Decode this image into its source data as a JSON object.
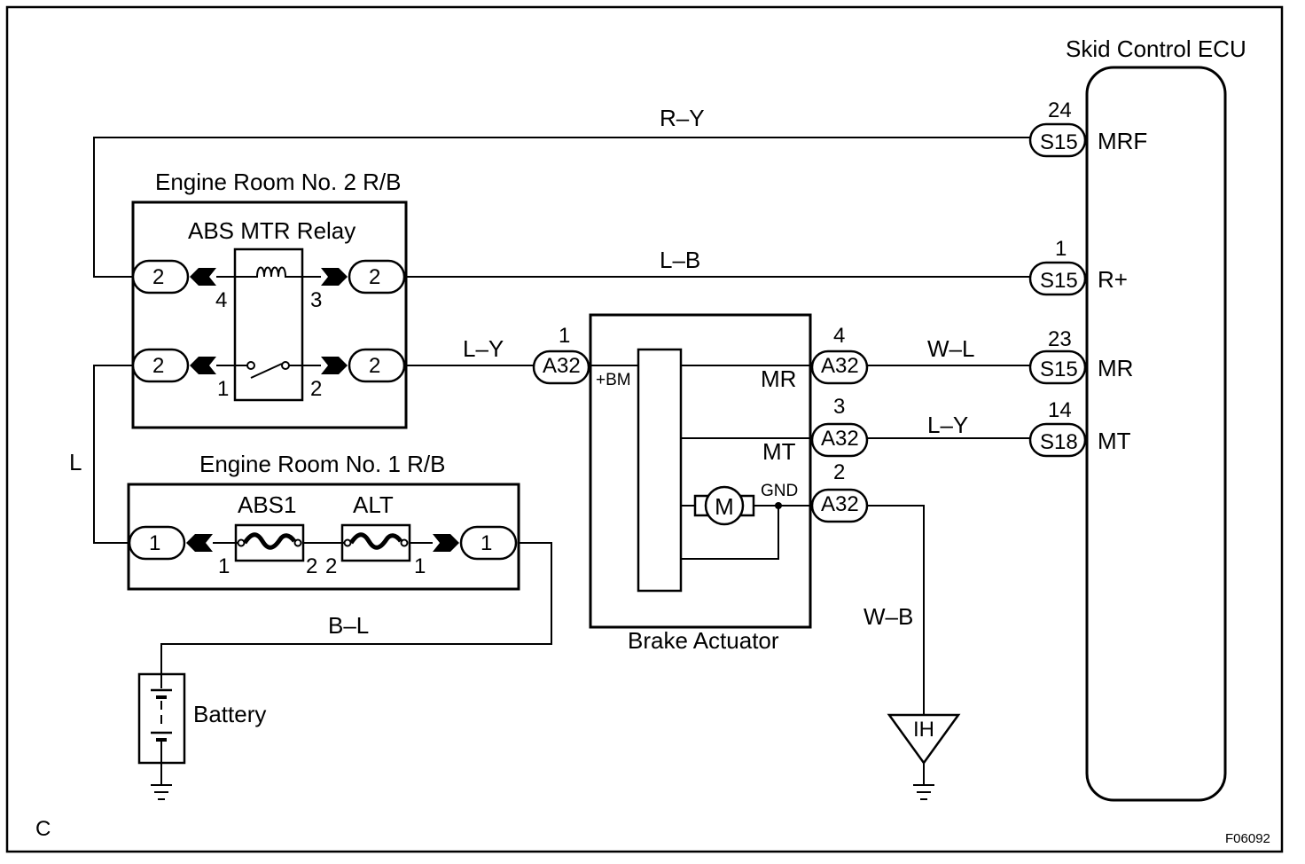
{
  "figure_code": "F06092",
  "corner_letter": "C",
  "ecu": {
    "title": "Skid Control ECU"
  },
  "relay_box2": {
    "title": "Engine Room No. 2 R/B",
    "relay_label": "ABS MTR Relay"
  },
  "relay_box1": {
    "title": "Engine Room No. 1 R/B",
    "fuse1": "ABS1",
    "fuse2": "ALT"
  },
  "actuator": {
    "title": "Brake Actuator",
    "pin_bm": "+BM",
    "pin_mr": "MR",
    "pin_mt": "MT",
    "pin_gnd": "GND",
    "motor": "M"
  },
  "battery": {
    "label": "Battery"
  },
  "ground": {
    "label": "IH"
  },
  "wires": {
    "ry": "R–Y",
    "lb": "L–B",
    "ly1": "L–Y",
    "wl": "W–L",
    "ly2": "L–Y",
    "l": "L",
    "bl": "B–L",
    "wb": "W–B"
  },
  "ecu_pins": {
    "mrf": {
      "num": "24",
      "conn": "S15",
      "name": "MRF"
    },
    "rplus": {
      "num": "1",
      "conn": "S15",
      "name": "R+"
    },
    "mr": {
      "num": "23",
      "conn": "S15",
      "name": "MR"
    },
    "mt": {
      "num": "14",
      "conn": "S18",
      "name": "MT"
    }
  },
  "act_pins": {
    "bm": {
      "num": "1",
      "conn": "A32"
    },
    "mr": {
      "num": "4",
      "conn": "A32"
    },
    "mt": {
      "num": "3",
      "conn": "A32"
    },
    "gnd": {
      "num": "2",
      "conn": "A32"
    }
  },
  "rb2_conn": {
    "c1": "2",
    "c2": "2",
    "c3": "2",
    "c4": "2"
  },
  "rb2_pins": {
    "p4": "4",
    "p3": "3",
    "p1": "1",
    "p2": "2"
  },
  "rb1_conn": {
    "c1": "1",
    "c2": "1"
  },
  "rb1_pins": {
    "a": "1",
    "b": "2",
    "c": "2",
    "d": "1"
  }
}
